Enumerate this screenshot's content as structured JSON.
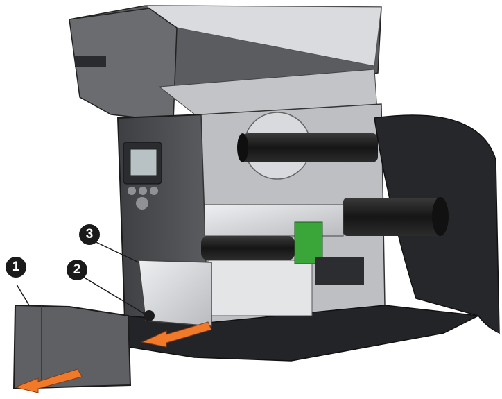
{
  "callouts": [
    {
      "number": "1"
    },
    {
      "number": "2"
    },
    {
      "number": "3"
    }
  ],
  "colors": {
    "printer_body": "#4a4c50",
    "printer_dark": "#2a2b2e",
    "metal": "#c9cbcf",
    "metal_light": "#e6e7e9",
    "roller": "#1c1c1c",
    "green_latch": "#3aa63a",
    "arrow_orange": "#f07a2a",
    "callout_fill": "#1a1a1a"
  },
  "icons": [
    "arrow-orange-icon"
  ]
}
